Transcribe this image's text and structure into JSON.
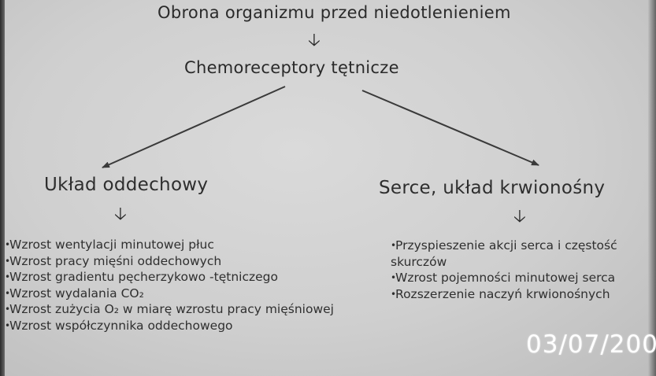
{
  "diagram": {
    "title": "Obrona organizmu przed niedotlenieniem",
    "center_node": "Chemoreceptory  tętnicze",
    "left_branch": {
      "heading": "Układ oddechowy",
      "items": [
        "Wzrost wentylacji minutowej płuc",
        "Wzrost pracy mięśni oddechowych",
        "Wzrost gradientu pęcherzykowo -tętniczego",
        "Wzrost wydalania CO₂",
        "Wzrost zużycia O₂ w miarę wzrostu pracy mięśniowej",
        "Wzrost współczynnika oddechowego"
      ]
    },
    "right_branch": {
      "heading": "Serce, układ krwionośny",
      "items": [
        "Przyspieszenie akcji serca i częstość skurczów",
        "Wzrost pojemności minutowej serca",
        "Rozszerzenie  naczyń krwionośnych"
      ]
    },
    "photo_date_stamp": "03/07/200"
  },
  "icons": {
    "down_arrow": "arrow-down-icon",
    "bullet": "bullet-icon"
  },
  "colors": {
    "background": "#cfcfcf",
    "text": "#2b2b2b",
    "stamp": "#ffffff"
  }
}
